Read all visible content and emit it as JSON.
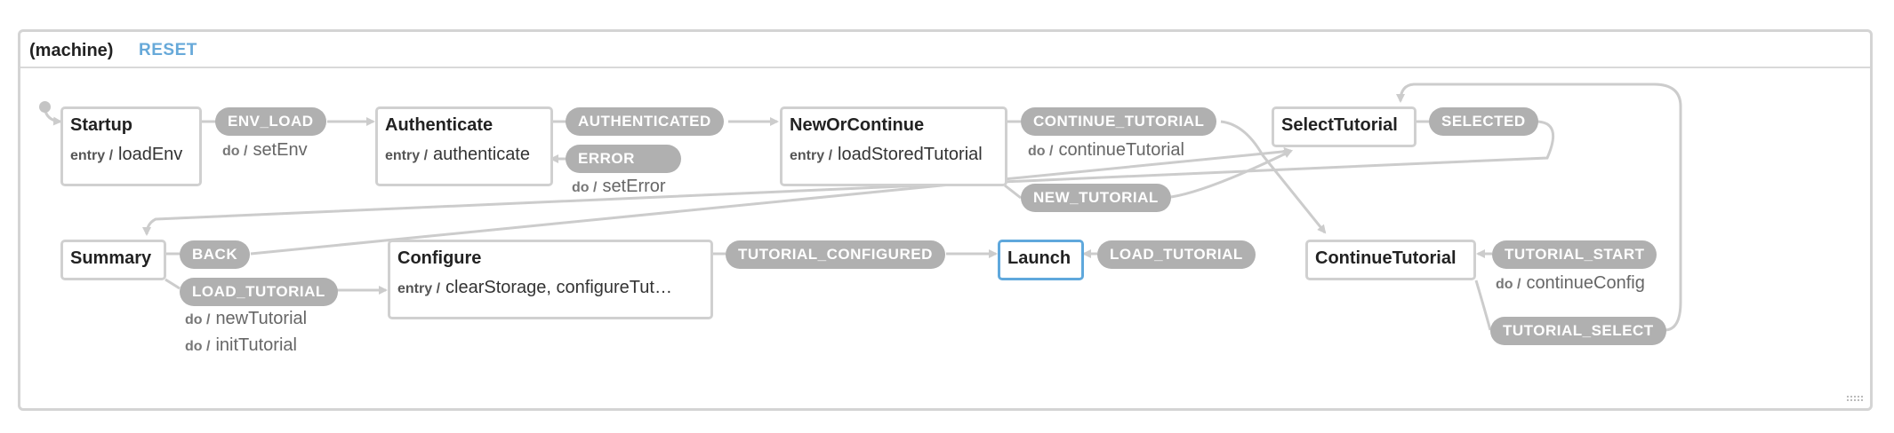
{
  "machine": {
    "name": "(machine)",
    "reset_label": "RESET"
  },
  "states": {
    "startup": {
      "name": "Startup",
      "action_kw": "entry /",
      "action": "loadEnv"
    },
    "authenticate": {
      "name": "Authenticate",
      "action_kw": "entry /",
      "action": "authenticate"
    },
    "new_or_continue": {
      "name": "NewOrContinue",
      "action_kw": "entry /",
      "action": "loadStoredTutorial"
    },
    "select_tutorial": {
      "name": "SelectTutorial"
    },
    "summary": {
      "name": "Summary"
    },
    "configure": {
      "name": "Configure",
      "action_kw": "entry /",
      "action": "clearStorage, configureTut…"
    },
    "launch": {
      "name": "Launch"
    },
    "continue_tutorial": {
      "name": "ContinueTutorial"
    }
  },
  "events": {
    "env_load": {
      "label": "ENV_LOAD",
      "do_kw": "do /",
      "do": "setEnv"
    },
    "authenticated": {
      "label": "AUTHENTICATED"
    },
    "error": {
      "label": "ERROR",
      "do_kw": "do /",
      "do": "setError"
    },
    "continue_tutorial": {
      "label": "CONTINUE_TUTORIAL",
      "do_kw": "do /",
      "do": "continueTutorial"
    },
    "new_tutorial": {
      "label": "NEW_TUTORIAL"
    },
    "selected": {
      "label": "SELECTED"
    },
    "back": {
      "label": "BACK"
    },
    "load_tutorial_summary": {
      "label": "LOAD_TUTORIAL",
      "do_kw": "do /",
      "do": "newTutorial",
      "do_kw2": "do /",
      "do2": "initTutorial"
    },
    "tutorial_configured": {
      "label": "TUTORIAL_CONFIGURED"
    },
    "load_tutorial_launch": {
      "label": "LOAD_TUTORIAL"
    },
    "tutorial_start": {
      "label": "TUTORIAL_START",
      "do_kw": "do /",
      "do": "continueConfig"
    },
    "tutorial_select": {
      "label": "TUTORIAL_SELECT"
    }
  },
  "colors": {
    "edge": "#cccccc",
    "active_border": "#5fa8dc",
    "pill": "#b0b0b0",
    "reset": "#67a9d9"
  }
}
